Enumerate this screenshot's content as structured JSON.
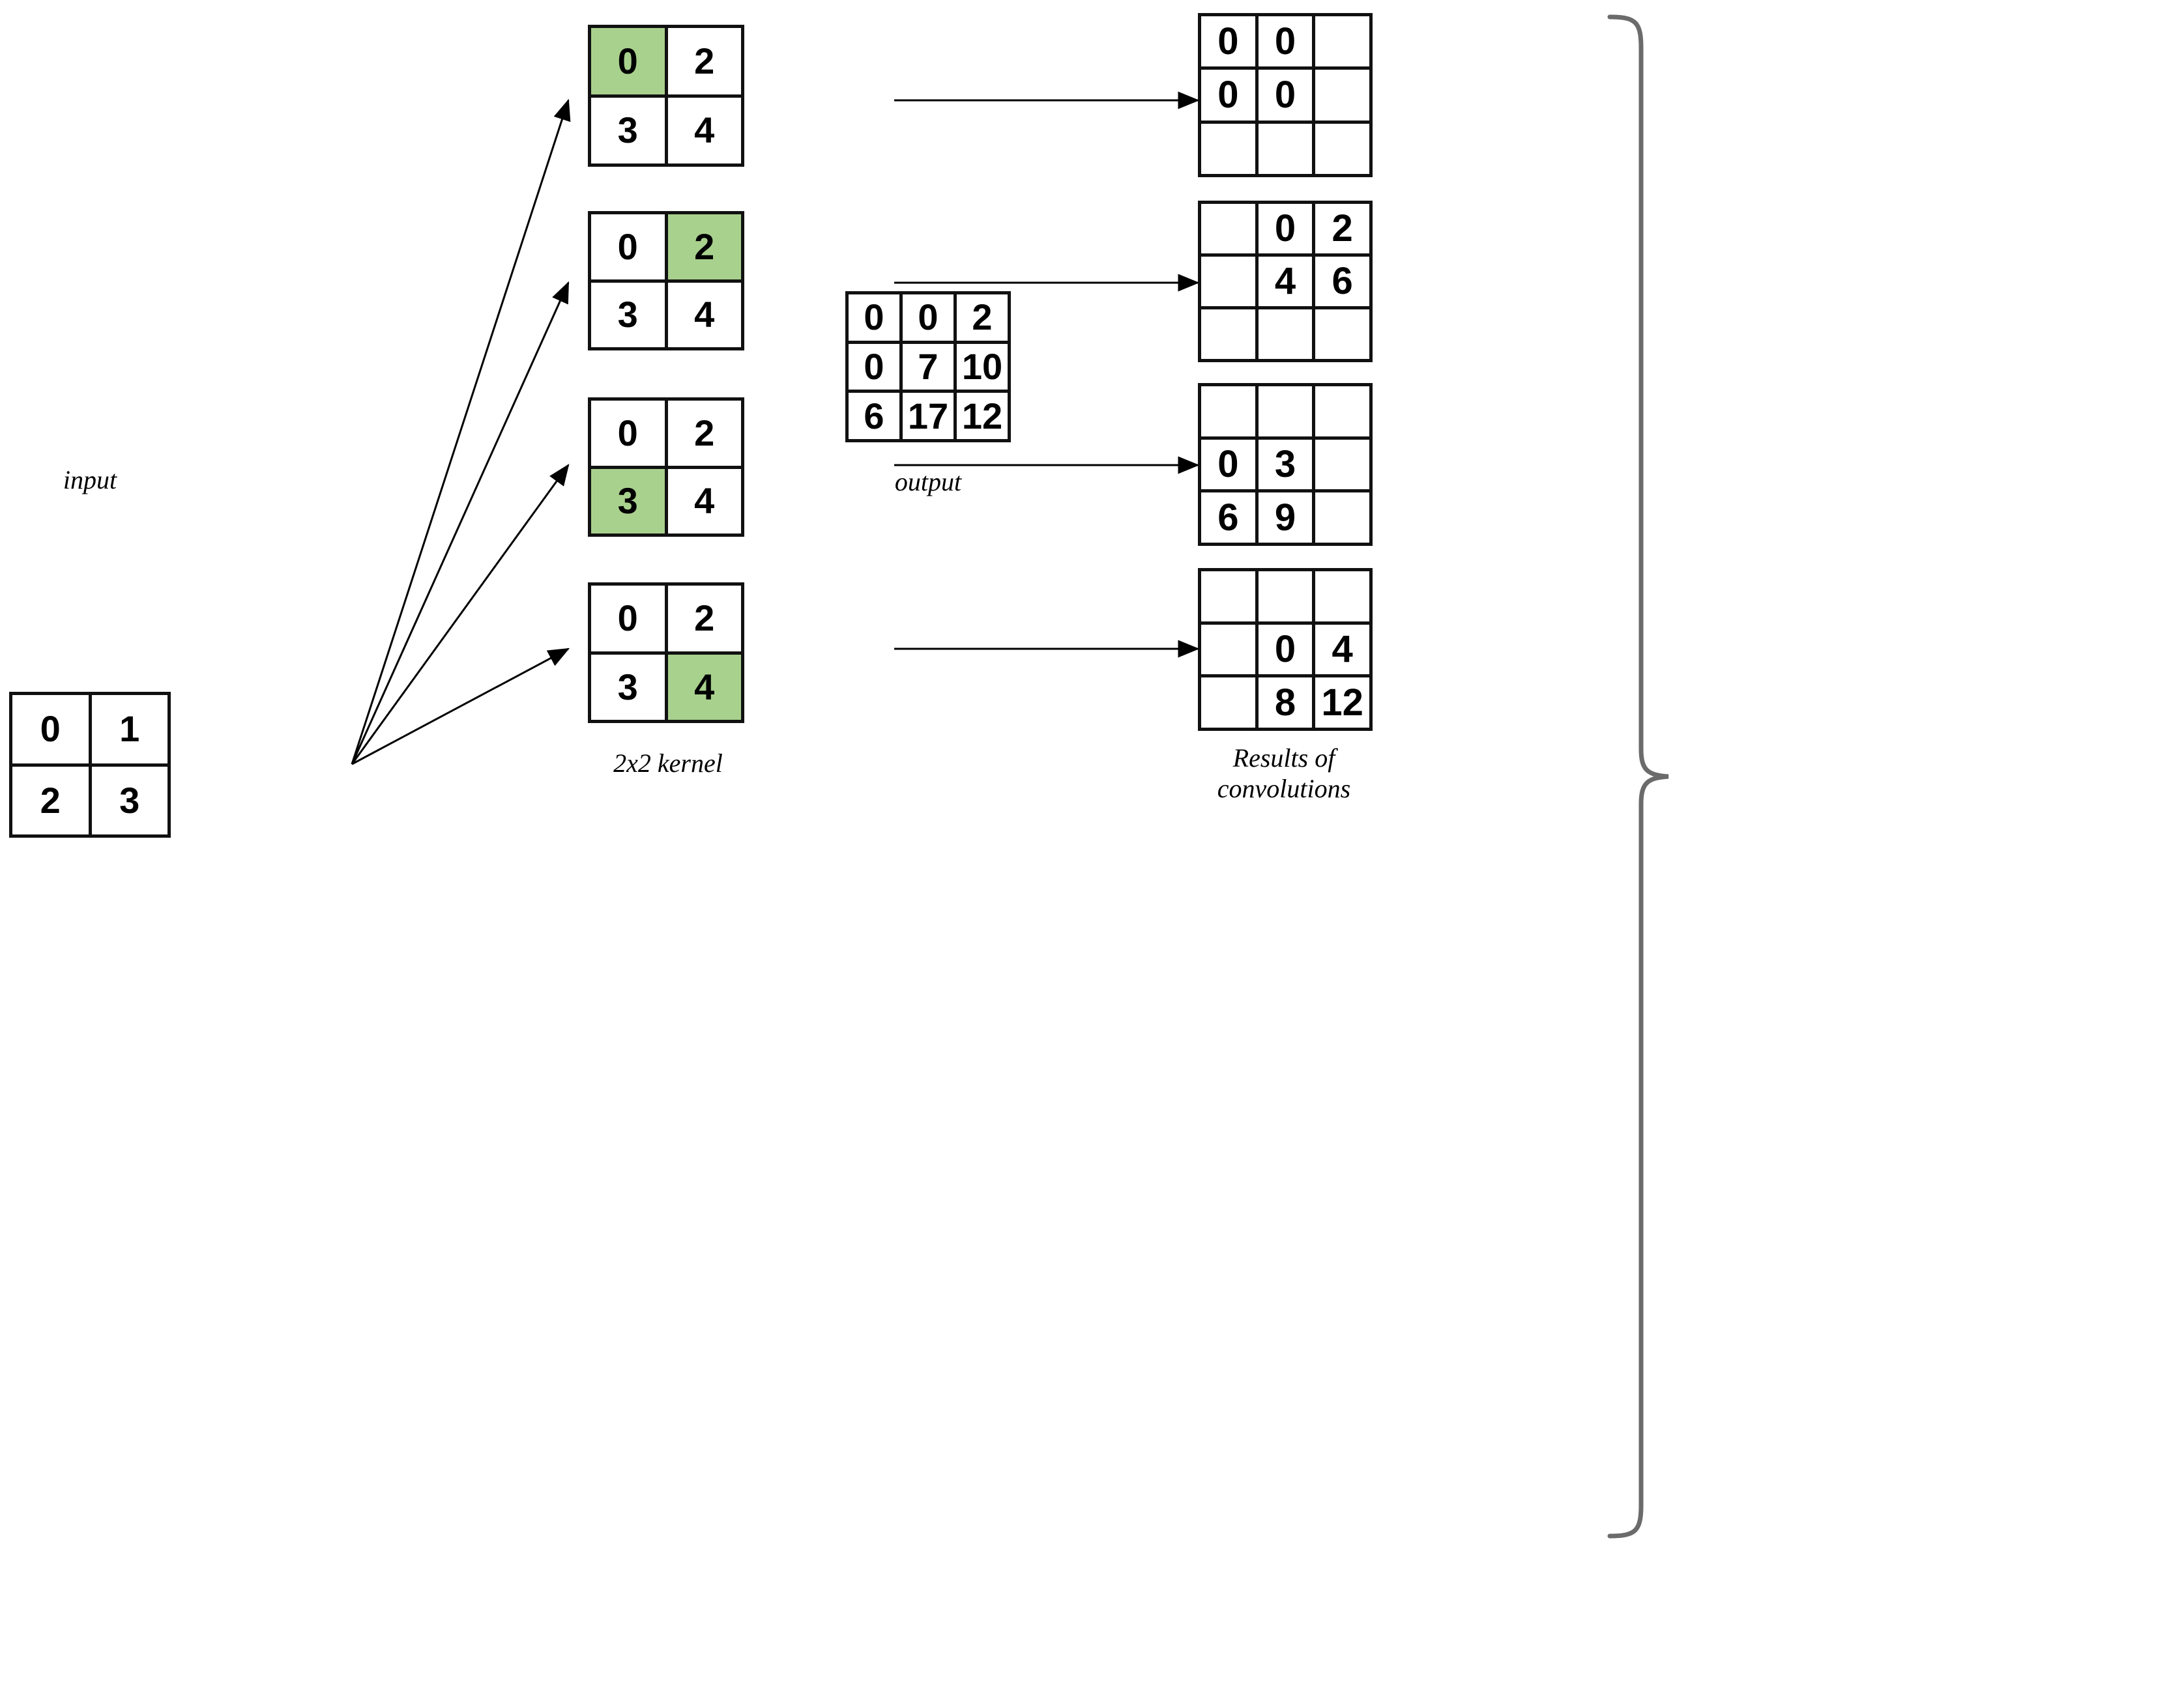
{
  "diagram": {
    "title_absent": true,
    "highlight_color": "#A9D18E",
    "line_color": "#111111"
  },
  "input": {
    "caption": "input",
    "rows": 2,
    "cols": 2,
    "cells": [
      "0",
      "1",
      "2",
      "3"
    ]
  },
  "kernels": {
    "caption": "2x2 kernel",
    "items": [
      {
        "cells": [
          "0",
          "2",
          "3",
          "4"
        ],
        "highlight_index": 0
      },
      {
        "cells": [
          "0",
          "2",
          "3",
          "4"
        ],
        "highlight_index": 1
      },
      {
        "cells": [
          "0",
          "2",
          "3",
          "4"
        ],
        "highlight_index": 2
      },
      {
        "cells": [
          "0",
          "2",
          "3",
          "4"
        ],
        "highlight_index": 3
      }
    ]
  },
  "results": {
    "caption": "Results of\nconvolutions",
    "items": [
      {
        "cells": [
          "0",
          "0",
          "",
          "0",
          "0",
          "",
          "",
          "",
          ""
        ]
      },
      {
        "cells": [
          "",
          "0",
          "2",
          "",
          "4",
          "6",
          "",
          "",
          ""
        ]
      },
      {
        "cells": [
          "",
          "",
          "",
          "0",
          "3",
          "",
          "6",
          "9",
          ""
        ]
      },
      {
        "cells": [
          "",
          "",
          "",
          "",
          "0",
          "4",
          "",
          "8",
          "12"
        ]
      }
    ]
  },
  "output": {
    "caption": "output",
    "rows": 3,
    "cols": 3,
    "cells": [
      "0",
      "0",
      "2",
      "0",
      "7",
      "10",
      "6",
      "17",
      "12"
    ]
  },
  "chart_data": {
    "type": "diagram",
    "title": "2x2 convolution decomposition",
    "input_matrix": [
      [
        0,
        1
      ],
      [
        2,
        3
      ]
    ],
    "kernel_matrix": [
      [
        0,
        2
      ],
      [
        3,
        4
      ]
    ],
    "kernel_highlights": [
      [
        0,
        0
      ],
      [
        0,
        1
      ],
      [
        1,
        0
      ],
      [
        1,
        1
      ]
    ],
    "convolution_results": [
      [
        [
          0,
          0,
          null
        ],
        [
          0,
          0,
          null
        ],
        [
          null,
          null,
          null
        ]
      ],
      [
        [
          null,
          0,
          2
        ],
        [
          null,
          4,
          6
        ],
        [
          null,
          null,
          null
        ]
      ],
      [
        [
          null,
          null,
          null
        ],
        [
          0,
          3,
          null
        ],
        [
          6,
          9,
          null
        ]
      ],
      [
        [
          null,
          null,
          null
        ],
        [
          null,
          0,
          4
        ],
        [
          null,
          8,
          12
        ]
      ]
    ],
    "output_matrix": [
      [
        0,
        0,
        2
      ],
      [
        0,
        7,
        10
      ],
      [
        6,
        17,
        12
      ]
    ],
    "labels": [
      "input",
      "2x2 kernel",
      "Results of convolutions",
      "output"
    ]
  }
}
